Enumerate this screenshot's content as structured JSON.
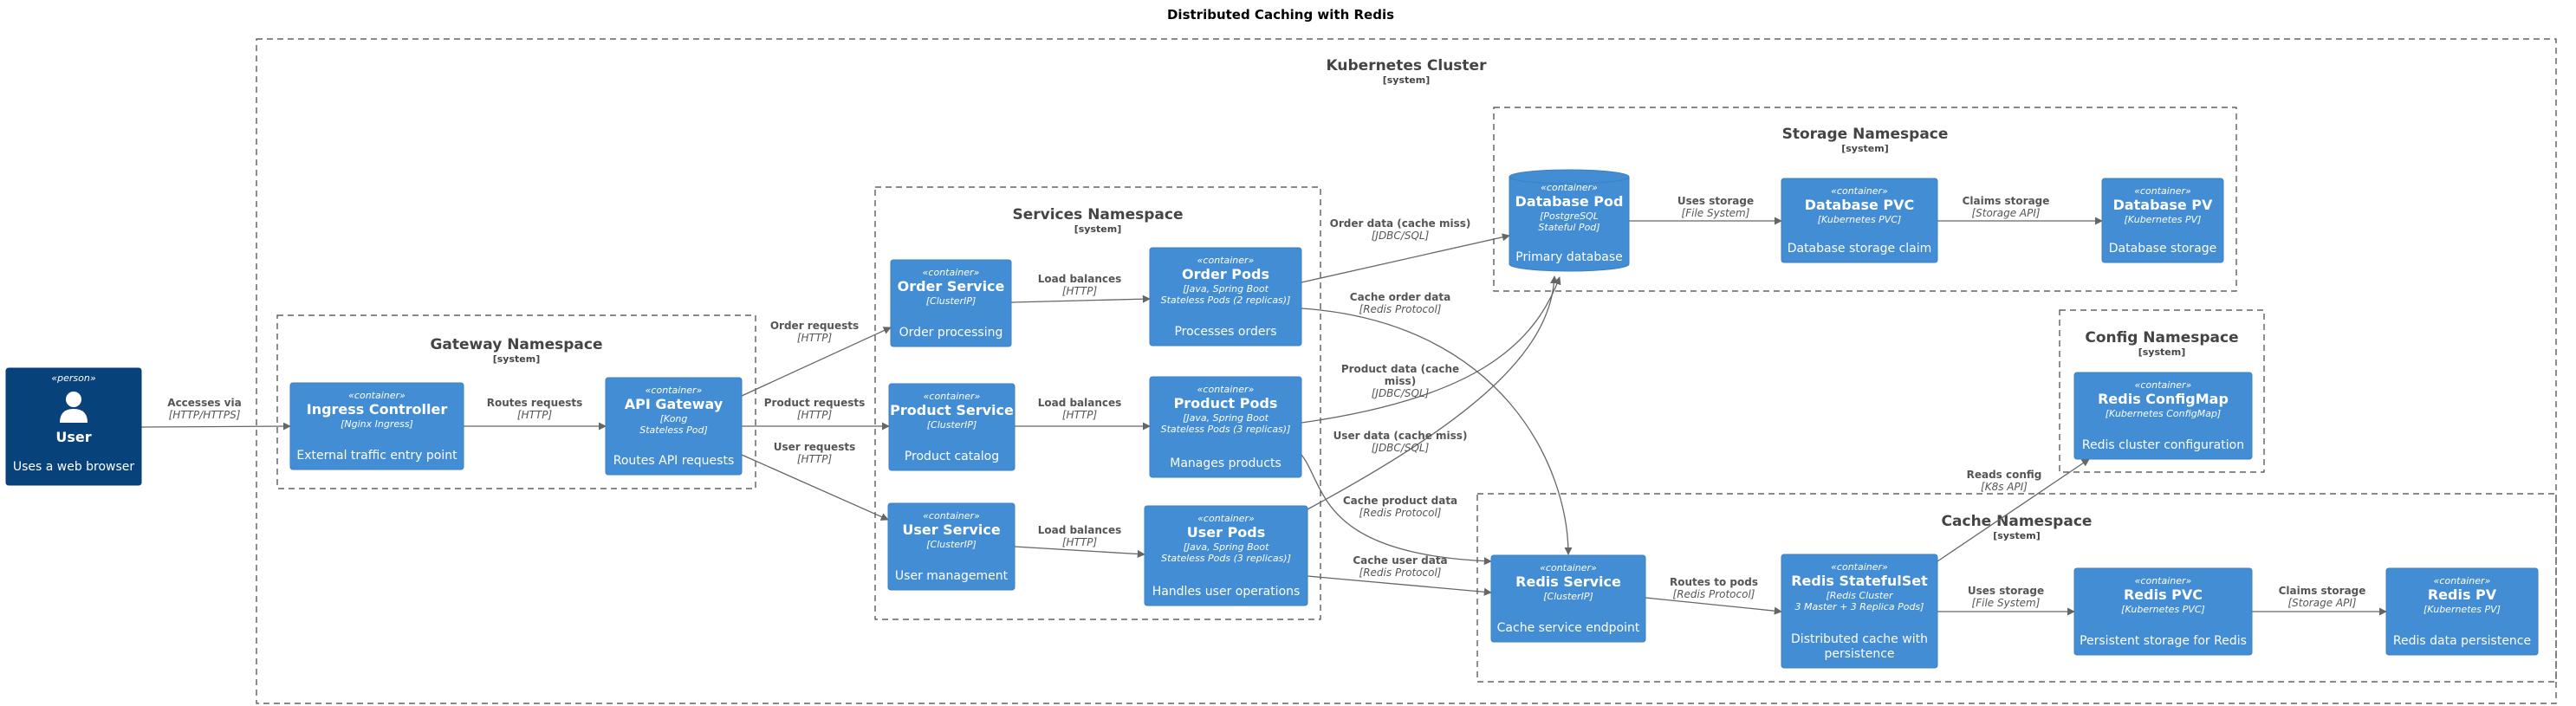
{
  "title": "Distributed Caching with Redis",
  "boundaries": {
    "cluster": {
      "label": "Kubernetes Cluster",
      "type": "[system]"
    },
    "gateway": {
      "label": "Gateway Namespace",
      "type": "[system]"
    },
    "services": {
      "label": "Services Namespace",
      "type": "[system]"
    },
    "storage": {
      "label": "Storage Namespace",
      "type": "[system]"
    },
    "config": {
      "label": "Config Namespace",
      "type": "[system]"
    },
    "cache": {
      "label": "Cache Namespace",
      "type": "[system]"
    }
  },
  "nodes": {
    "user": {
      "stereotype": "«person»",
      "name": "User",
      "desc": "Uses a web browser"
    },
    "ingress": {
      "stereotype": "«container»",
      "name": "Ingress Controller",
      "tech": [
        "[Nginx Ingress]"
      ],
      "desc": [
        "External traffic entry point"
      ]
    },
    "api": {
      "stereotype": "«container»",
      "name": "API Gateway",
      "tech": [
        "[Kong",
        "Stateless Pod]"
      ],
      "desc": [
        "Routes API requests"
      ]
    },
    "order_svc": {
      "stereotype": "«container»",
      "name": "Order Service",
      "tech": [
        "[ClusterIP]"
      ],
      "desc": [
        "Order processing"
      ]
    },
    "product_svc": {
      "stereotype": "«container»",
      "name": "Product Service",
      "tech": [
        "[ClusterIP]"
      ],
      "desc": [
        "Product catalog"
      ]
    },
    "user_svc": {
      "stereotype": "«container»",
      "name": "User Service",
      "tech": [
        "[ClusterIP]"
      ],
      "desc": [
        "User management"
      ]
    },
    "order_pods": {
      "stereotype": "«container»",
      "name": "Order Pods",
      "tech": [
        "[Java, Spring Boot",
        "Stateless Pods (2 replicas)]"
      ],
      "desc": [
        "Processes orders"
      ]
    },
    "product_pods": {
      "stereotype": "«container»",
      "name": "Product Pods",
      "tech": [
        "[Java, Spring Boot",
        "Stateless Pods (3 replicas)]"
      ],
      "desc": [
        "Manages products"
      ]
    },
    "user_pods": {
      "stereotype": "«container»",
      "name": "User Pods",
      "tech": [
        "[Java, Spring Boot",
        "Stateless Pods (3 replicas)]"
      ],
      "desc": [
        "Handles user operations"
      ]
    },
    "db_pod": {
      "stereotype": "«container»",
      "name": "Database Pod",
      "tech": [
        "[PostgreSQL",
        "Stateful Pod]"
      ],
      "desc": [
        "Primary database"
      ]
    },
    "db_pvc": {
      "stereotype": "«container»",
      "name": "Database PVC",
      "tech": [
        "[Kubernetes PVC]"
      ],
      "desc": [
        "Database storage claim"
      ]
    },
    "db_pv": {
      "stereotype": "«container»",
      "name": "Database PV",
      "tech": [
        "[Kubernetes PV]"
      ],
      "desc": [
        "Database storage"
      ]
    },
    "redis_cm": {
      "stereotype": "«container»",
      "name": "Redis ConfigMap",
      "tech": [
        "[Kubernetes ConfigMap]"
      ],
      "desc": [
        "Redis cluster configuration"
      ]
    },
    "redis_svc": {
      "stereotype": "«container»",
      "name": "Redis Service",
      "tech": [
        "[ClusterIP]"
      ],
      "desc": [
        "Cache service endpoint"
      ]
    },
    "redis_ss": {
      "stereotype": "«container»",
      "name": "Redis StatefulSet",
      "tech": [
        "[Redis Cluster",
        "3 Master + 3 Replica Pods]"
      ],
      "desc": [
        "Distributed cache with",
        "persistence"
      ]
    },
    "redis_pvc": {
      "stereotype": "«container»",
      "name": "Redis PVC",
      "tech": [
        "[Kubernetes PVC]"
      ],
      "desc": [
        "Persistent storage for Redis"
      ]
    },
    "redis_pv": {
      "stereotype": "«container»",
      "name": "Redis PV",
      "tech": [
        "[Kubernetes PV]"
      ],
      "desc": [
        "Redis data persistence"
      ]
    }
  },
  "edges": [
    {
      "from": "user",
      "to": "ingress",
      "label": [
        "Accesses via"
      ],
      "tech": "[HTTP/HTTPS]"
    },
    {
      "from": "ingress",
      "to": "api",
      "label": [
        "Routes requests"
      ],
      "tech": "[HTTP]"
    },
    {
      "from": "api",
      "to": "order_svc",
      "label": [
        "Order requests"
      ],
      "tech": "[HTTP]"
    },
    {
      "from": "api",
      "to": "product_svc",
      "label": [
        "Product requests"
      ],
      "tech": "[HTTP]"
    },
    {
      "from": "api",
      "to": "user_svc",
      "label": [
        "User requests"
      ],
      "tech": "[HTTP]"
    },
    {
      "from": "order_svc",
      "to": "order_pods",
      "label": [
        "Load balances"
      ],
      "tech": "[HTTP]"
    },
    {
      "from": "product_svc",
      "to": "product_pods",
      "label": [
        "Load balances"
      ],
      "tech": "[HTTP]"
    },
    {
      "from": "user_svc",
      "to": "user_pods",
      "label": [
        "Load balances"
      ],
      "tech": "[HTTP]"
    },
    {
      "from": "order_pods",
      "to": "db_pod",
      "label": [
        "Order data (cache miss)"
      ],
      "tech": "[JDBC/SQL]"
    },
    {
      "from": "order_pods",
      "to": "redis_svc",
      "label": [
        "Cache order data"
      ],
      "tech": "[Redis Protocol]"
    },
    {
      "from": "product_pods",
      "to": "db_pod",
      "label": [
        "Product data (cache",
        "miss)"
      ],
      "tech": "[JDBC/SQL]"
    },
    {
      "from": "product_pods",
      "to": "redis_svc",
      "label": [
        "Cache product data"
      ],
      "tech": "[Redis Protocol]"
    },
    {
      "from": "user_pods",
      "to": "db_pod",
      "label": [
        "User data (cache miss)"
      ],
      "tech": "[JDBC/SQL]"
    },
    {
      "from": "user_pods",
      "to": "redis_svc",
      "label": [
        "Cache user data"
      ],
      "tech": "[Redis Protocol]"
    },
    {
      "from": "db_pod",
      "to": "db_pvc",
      "label": [
        "Uses storage"
      ],
      "tech": "[File System]"
    },
    {
      "from": "db_pvc",
      "to": "db_pv",
      "label": [
        "Claims storage"
      ],
      "tech": "[Storage API]"
    },
    {
      "from": "redis_svc",
      "to": "redis_ss",
      "label": [
        "Routes to pods"
      ],
      "tech": "[Redis Protocol]"
    },
    {
      "from": "redis_ss",
      "to": "redis_cm",
      "label": [
        "Reads config"
      ],
      "tech": "[K8s API]"
    },
    {
      "from": "redis_ss",
      "to": "redis_pvc",
      "label": [
        "Uses storage"
      ],
      "tech": "[File System]"
    },
    {
      "from": "redis_pvc",
      "to": "redis_pv",
      "label": [
        "Claims storage"
      ],
      "tech": "[Storage API]"
    }
  ]
}
